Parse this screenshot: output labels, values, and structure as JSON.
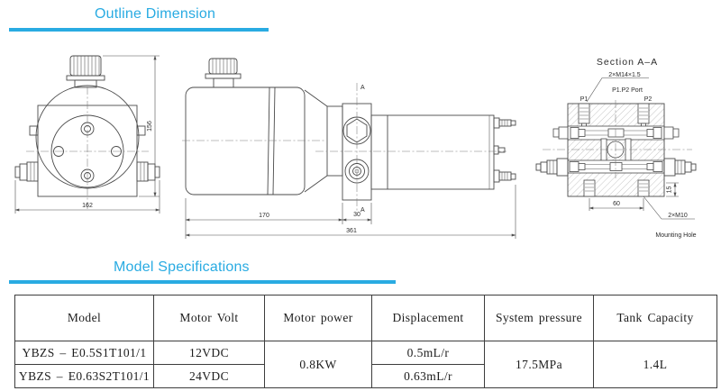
{
  "accent_color": "#29abe2",
  "sections": {
    "outline": {
      "title": "Outline Dimension"
    },
    "specs": {
      "title": "Model Specifications"
    }
  },
  "drawings": {
    "front_view": {
      "dim_height": "156",
      "dim_width": "162"
    },
    "side_view": {
      "dim_tank": "170",
      "dim_block": "30",
      "dim_total": "361",
      "marker_top": "A",
      "marker_bottom": "A"
    },
    "section_view": {
      "title": "Section  A–A",
      "thread_label": "2×M14×1.5",
      "port_label": "P1.P2 Port",
      "port1": "P1",
      "port2": "P2",
      "dim_span": "60",
      "dim_depth": "15",
      "mount_thread": "2×M10",
      "mount_note": "Mounting Hole"
    }
  },
  "table": {
    "headers": [
      "Model",
      "Motor Volt",
      "Motor power",
      "Displacement",
      "System pressure",
      "Tank Capacity"
    ],
    "rows": [
      {
        "model": "YBZS – E0.5S1T101/1",
        "volt": "12VDC",
        "displacement": "0.5mL/r"
      },
      {
        "model": "YBZS – E0.63S2T101/1",
        "volt": "24VDC",
        "displacement": "0.63mL/r"
      }
    ],
    "merged": {
      "power": "0.8KW",
      "pressure": "17.5MPa",
      "capacity": "1.4L"
    }
  }
}
